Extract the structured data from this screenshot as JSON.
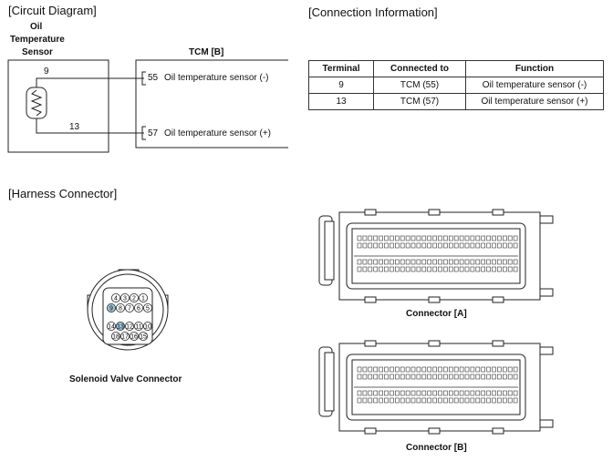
{
  "sections": {
    "circuit_title": "[Circuit Diagram]",
    "connection_title": "[Connection Information]",
    "harness_title": "[Harness Connector]"
  },
  "circuit": {
    "sensor_label": [
      "Oil",
      "Temperature",
      "Sensor"
    ],
    "tcm_label": "TCM [B]",
    "wires": [
      {
        "sensor_pin": "9",
        "tcm_pin": "55",
        "tcm_label": "Oil temperature sensor (-)"
      },
      {
        "sensor_pin": "13",
        "tcm_pin": "57",
        "tcm_label": "Oil temperature sensor (+)"
      }
    ]
  },
  "connection_table": {
    "headers": [
      "Terminal",
      "Connected to",
      "Function"
    ],
    "rows": [
      [
        "9",
        "TCM (55)",
        "Oil temperature sensor (-)"
      ],
      [
        "13",
        "TCM (57)",
        "Oil temperature sensor (+)"
      ]
    ]
  },
  "connectors": {
    "solenoid_caption": "Solenoid Valve Connector",
    "a_caption": "Connector [A]",
    "b_caption": "Connector [B]",
    "solenoid_pins_row1": [
      "4",
      "3",
      "2",
      "1"
    ],
    "solenoid_pins_row2": [
      "9",
      "8",
      "7",
      "6",
      "5"
    ],
    "solenoid_pins_row3": [
      "14",
      "13",
      "12",
      "11",
      "10"
    ],
    "solenoid_pins_row4": [
      "18",
      "17",
      "16",
      "15"
    ],
    "highlight_color": "#9cc8d8"
  }
}
